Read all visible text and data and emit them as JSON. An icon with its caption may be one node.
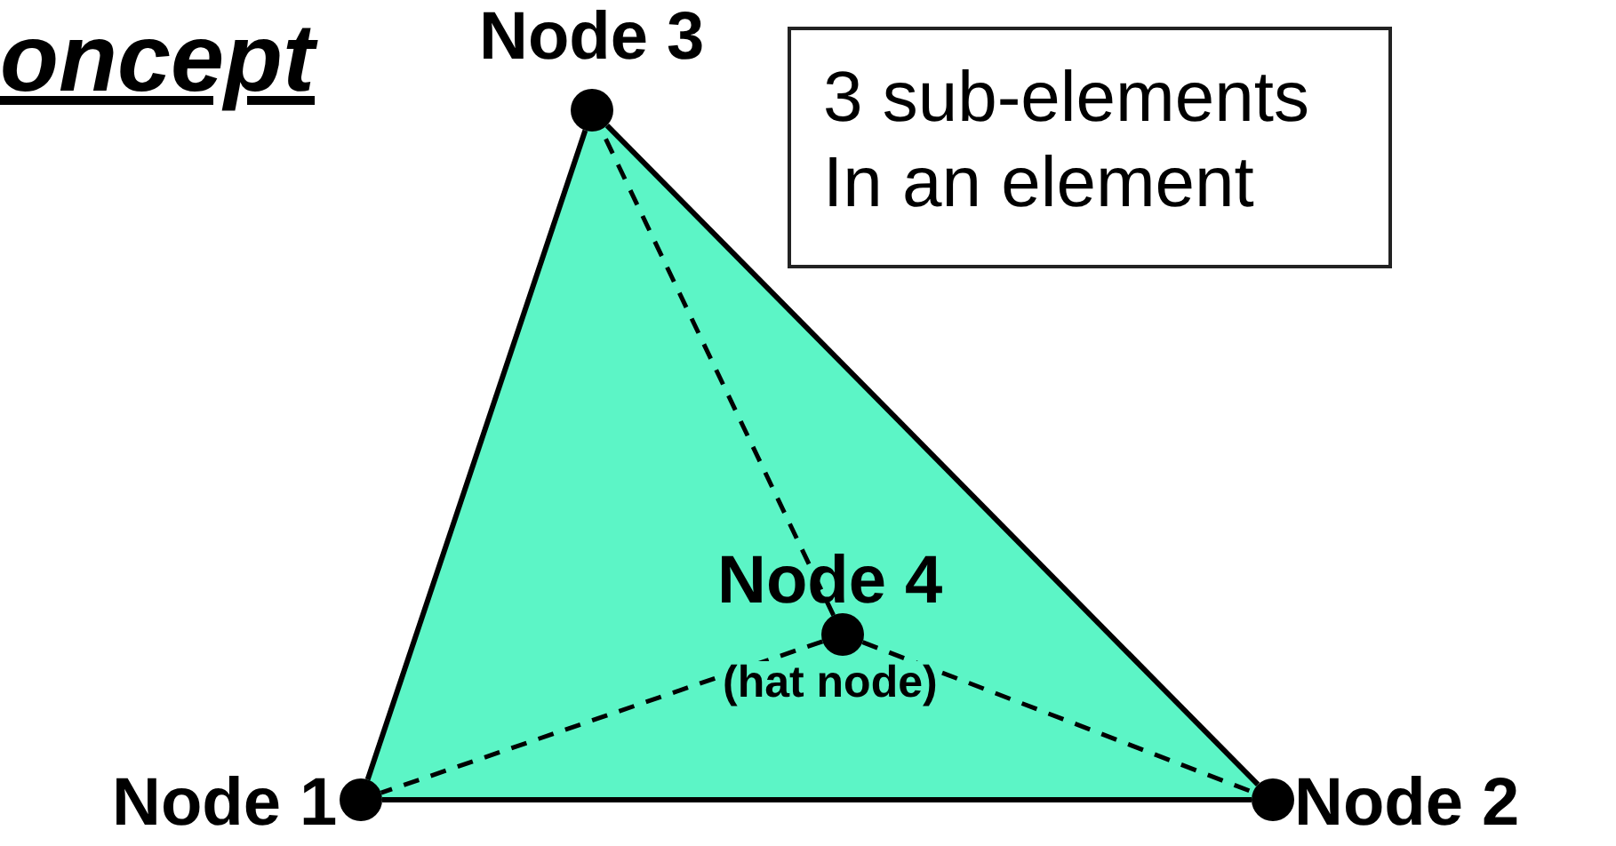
{
  "diagram": {
    "title": "oncept",
    "nodes": [
      {
        "text": [],
        "shape": "circle",
        "beside": [
          "Node 3"
        ]
      },
      {
        "text": [
          "3 sub-elements In an element"
        ]
      },
      {
        "text": [],
        "shape": "circle",
        "beside": [
          "Node 4",
          "(hat node)"
        ]
      },
      {
        "text": [],
        "shape": "circle",
        "beside": [
          "Node 1"
        ]
      },
      {
        "text": [],
        "shape": "circle",
        "beside": [
          "Node 2"
        ]
      }
    ],
    "edges": [
      {
        "from": 3,
        "to": 4,
        "arrow": "none"
      },
      {
        "from": 4,
        "to": 0,
        "arrow": "none"
      },
      {
        "from": 0,
        "to": 3,
        "arrow": "none"
      },
      {
        "from": 2,
        "to": 0,
        "arrow": "none",
        "style": "dashed"
      },
      {
        "from": 2,
        "to": 3,
        "arrow": "none",
        "style": "dashed"
      },
      {
        "from": 2,
        "to": 4,
        "arrow": "none",
        "style": "dashed"
      }
    ]
  }
}
